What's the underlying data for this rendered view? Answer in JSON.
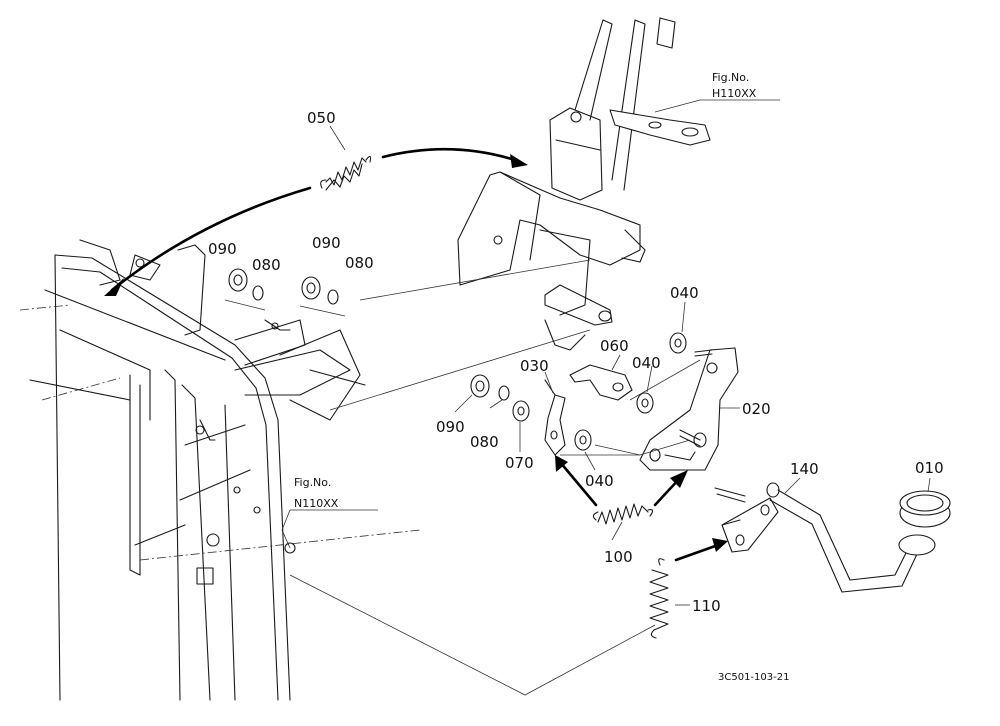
{
  "parts": [
    {
      "id": "p050",
      "label": "050"
    },
    {
      "id": "p090a",
      "label": "090"
    },
    {
      "id": "p080a",
      "label": "080"
    },
    {
      "id": "p090b",
      "label": "090"
    },
    {
      "id": "p080b",
      "label": "080"
    },
    {
      "id": "p040a",
      "label": "040"
    },
    {
      "id": "p060",
      "label": "060"
    },
    {
      "id": "p040b",
      "label": "040"
    },
    {
      "id": "p030",
      "label": "030"
    },
    {
      "id": "p020",
      "label": "020"
    },
    {
      "id": "p090c",
      "label": "090"
    },
    {
      "id": "p080c",
      "label": "080"
    },
    {
      "id": "p070",
      "label": "070"
    },
    {
      "id": "p040c",
      "label": "040"
    },
    {
      "id": "p010",
      "label": "010"
    },
    {
      "id": "p140",
      "label": "140"
    },
    {
      "id": "p100",
      "label": "100"
    },
    {
      "id": "p110",
      "label": "110"
    }
  ],
  "figure_refs": [
    {
      "id": "figH",
      "line1": "Fig.No.",
      "line2": "H110XX"
    },
    {
      "id": "figN",
      "line1": "Fig.No.",
      "line2": "N110XX"
    }
  ],
  "diagram_code": "3C501-103-21"
}
